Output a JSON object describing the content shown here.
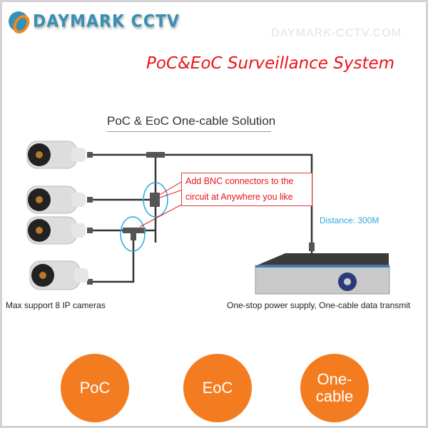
{
  "brand": {
    "logo_text": "DAYMARK CCTV"
  },
  "watermark": "DAYMARK-CCTV.COM",
  "title": "PoC&EoC Surveillance System",
  "subtitle": "PoC & EoC One-cable Solution",
  "callout": {
    "line1": "Add BNC connectors to the",
    "line2": "circuit at Anywhere you like"
  },
  "distance": "Distance: 300M",
  "captions": {
    "left": "Max support 8 IP cameras",
    "right": "One-stop power supply, One-cable data transmit"
  },
  "badges": [
    {
      "label": "PoC"
    },
    {
      "label": "EoC"
    },
    {
      "label": "One-cable"
    }
  ],
  "colors": {
    "title": "#e8141b",
    "brand": "#3a8fb5",
    "badge": "#f47c20",
    "distance": "#2aa8d8",
    "highlight_ring": "#29a9e1"
  }
}
